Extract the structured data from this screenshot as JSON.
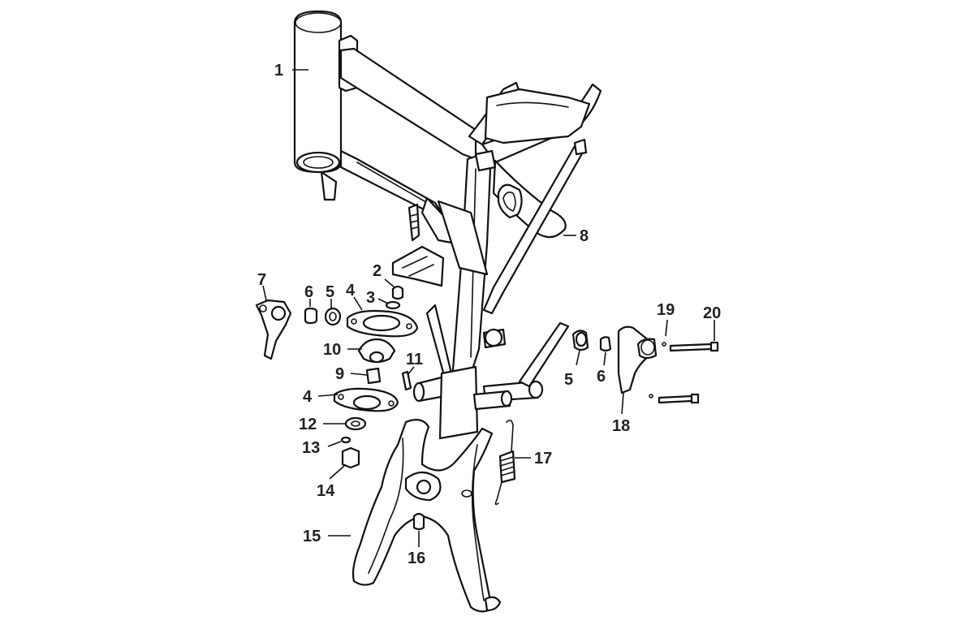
{
  "callouts": [
    {
      "id": "c1",
      "label": "1"
    },
    {
      "id": "c2",
      "label": "2"
    },
    {
      "id": "c3",
      "label": "3"
    },
    {
      "id": "c4a",
      "label": "4"
    },
    {
      "id": "c4b",
      "label": "4"
    },
    {
      "id": "c5a",
      "label": "5"
    },
    {
      "id": "c5b",
      "label": "5"
    },
    {
      "id": "c6a",
      "label": "6"
    },
    {
      "id": "c6b",
      "label": "6"
    },
    {
      "id": "c7",
      "label": "7"
    },
    {
      "id": "c8",
      "label": "8"
    },
    {
      "id": "c9",
      "label": "9"
    },
    {
      "id": "c10",
      "label": "10"
    },
    {
      "id": "c11",
      "label": "11"
    },
    {
      "id": "c12",
      "label": "12"
    },
    {
      "id": "c13",
      "label": "13"
    },
    {
      "id": "c14",
      "label": "14"
    },
    {
      "id": "c15",
      "label": "15"
    },
    {
      "id": "c16",
      "label": "16"
    },
    {
      "id": "c17",
      "label": "17"
    },
    {
      "id": "c18",
      "label": "18"
    },
    {
      "id": "c19",
      "label": "19"
    },
    {
      "id": "c20",
      "label": "20"
    }
  ],
  "colors": {
    "line": "#111111",
    "text": "#222222",
    "background": "#ffffff"
  }
}
